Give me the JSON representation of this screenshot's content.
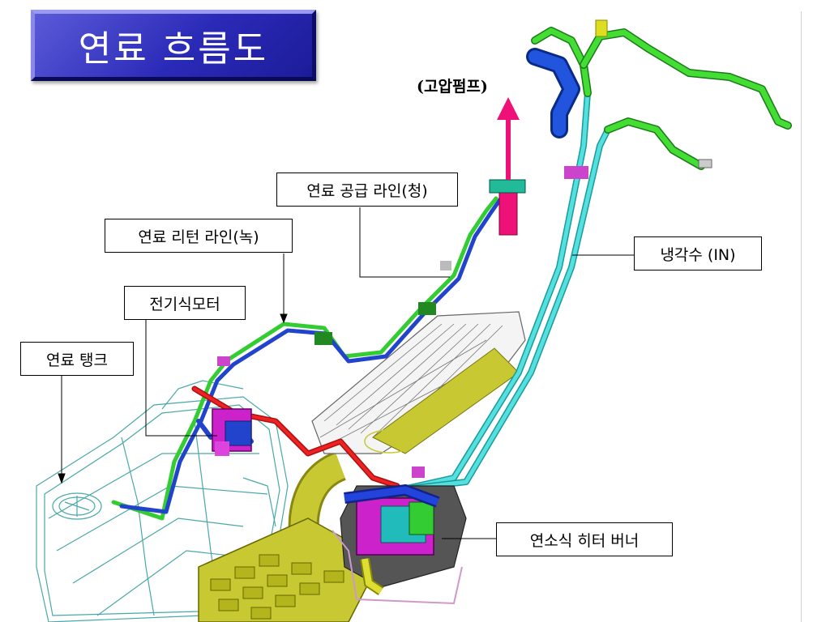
{
  "title": "연료 흐름도",
  "labels": {
    "high_pressure_pump": "(고압펌프)",
    "fuel_supply_line": "연료 공급 라인(청)",
    "fuel_return_line": "연료 리턴 라인(녹)",
    "coolant_in": "냉각수  (IN)",
    "electric_motor": "전기식모터",
    "fuel_tank": "연료 탱크",
    "heater_burner": "연소식 히터 버너"
  },
  "colors": {
    "title_bg": "#2a2ab8",
    "supply_line": "#2244cc",
    "return_line": "#33cc33",
    "coolant_line": "#44dddd",
    "arrow": "#ee1177",
    "exhaust": "#bbbb22",
    "heater": "#dd22dd"
  }
}
